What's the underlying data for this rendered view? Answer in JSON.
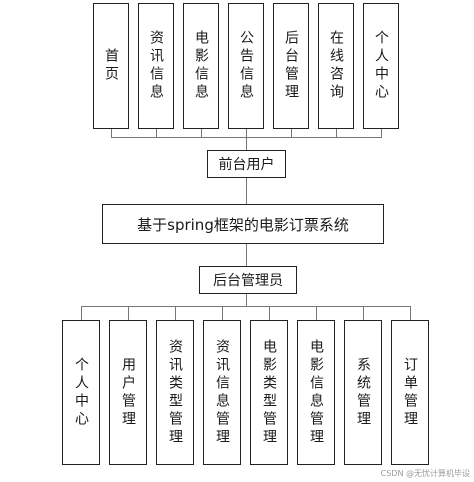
{
  "front_modules": [
    "首页",
    "资讯信息",
    "电影信息",
    "公告信息",
    "后台管理",
    "在线咨询",
    "个人中心"
  ],
  "front_user": "前台用户",
  "system_title": "基于spring框架的电影订票系统",
  "back_admin": "后台管理员",
  "back_modules": [
    "个人中心",
    "用户管理",
    "资讯类型管理",
    "资讯信息管理",
    "电影类型管理",
    "电影信息管理",
    "系统管理",
    "订单管理"
  ],
  "watermark": "CSDN @无忧计算机毕设"
}
